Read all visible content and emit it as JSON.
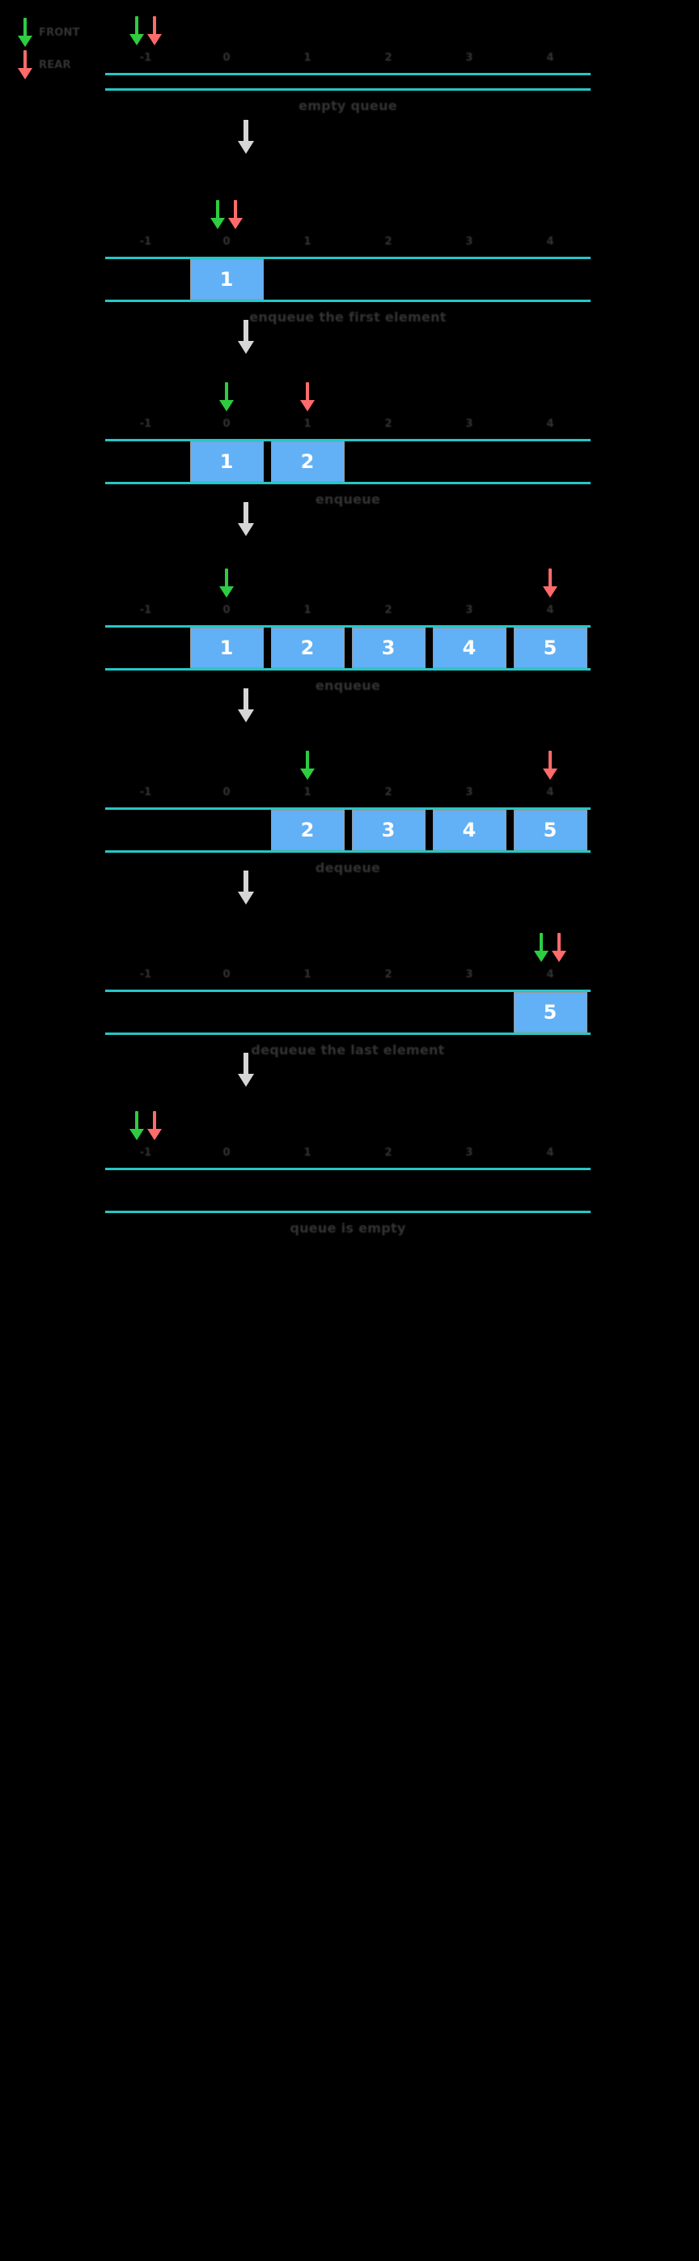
{
  "figure": {
    "title": "queue-operations-diagram",
    "background": "#000000",
    "colors": {
      "front_pointer": "#2ecc40",
      "rear_pointer": "#ff6b6b",
      "cell_fill": "#62b0f6",
      "cell_text": "#ffffff",
      "array_border": "#26c6c6",
      "caption_text": "#333333",
      "transition_arrow": "#d6d6d6"
    }
  },
  "legend": {
    "items": [
      {
        "icon": "green-down-arrow-icon",
        "label": "FRONT",
        "color": "#2ecc40"
      },
      {
        "icon": "red-down-arrow-icon",
        "label": "REAR",
        "color": "#ff6b6b"
      }
    ]
  },
  "indices": [
    "-1",
    "0",
    "1",
    "2",
    "3",
    "4"
  ],
  "capacity": 6,
  "steps": [
    {
      "id": "step-empty-queue",
      "caption": "empty queue",
      "cells": [],
      "empty_label": "",
      "front_index": -1,
      "rear_index": -1,
      "pointers": [
        {
          "name": "front",
          "index": -1,
          "color": "#2ecc40"
        },
        {
          "name": "rear",
          "index": -1,
          "color": "#ff6b6b"
        }
      ],
      "show_index_row": true,
      "slim_array": true
    },
    {
      "id": "step-enqueue-first-element",
      "caption": "enqueue the first element",
      "cells": [
        {
          "index": 0,
          "value": "1"
        }
      ],
      "empty_label": "",
      "front_index": 0,
      "rear_index": 0,
      "pointers": [
        {
          "name": "front",
          "index": 0,
          "color": "#2ecc40"
        },
        {
          "name": "rear",
          "index": 0,
          "color": "#ff6b6b"
        }
      ],
      "show_index_row": true,
      "slim_array": false
    },
    {
      "id": "step-enqueue",
      "caption": "enqueue",
      "cells": [
        {
          "index": 0,
          "value": "1"
        },
        {
          "index": 1,
          "value": "2"
        }
      ],
      "empty_label": "",
      "front_index": 0,
      "rear_index": 1,
      "pointers": [
        {
          "name": "front",
          "index": 0,
          "color": "#2ecc40"
        },
        {
          "name": "rear",
          "index": 1,
          "color": "#ff6b6b"
        }
      ],
      "show_index_row": true,
      "slim_array": false
    },
    {
      "id": "step-enqueue-full",
      "caption": "enqueue",
      "cells": [
        {
          "index": 0,
          "value": "1"
        },
        {
          "index": 1,
          "value": "2"
        },
        {
          "index": 2,
          "value": "3"
        },
        {
          "index": 3,
          "value": "4"
        },
        {
          "index": 4,
          "value": "5"
        }
      ],
      "empty_label": "",
      "front_index": 0,
      "rear_index": 4,
      "pointers": [
        {
          "name": "front",
          "index": 0,
          "color": "#2ecc40"
        },
        {
          "name": "rear",
          "index": 4,
          "color": "#ff6b6b"
        }
      ],
      "show_index_row": true,
      "slim_array": false
    },
    {
      "id": "step-dequeue",
      "caption": "dequeue",
      "cells": [
        {
          "index": 1,
          "value": "2"
        },
        {
          "index": 2,
          "value": "3"
        },
        {
          "index": 3,
          "value": "4"
        },
        {
          "index": 4,
          "value": "5"
        }
      ],
      "empty_label": "",
      "front_index": 1,
      "rear_index": 4,
      "pointers": [
        {
          "name": "front",
          "index": 1,
          "color": "#2ecc40"
        },
        {
          "name": "rear",
          "index": 4,
          "color": "#ff6b6b"
        }
      ],
      "show_index_row": true,
      "slim_array": false
    },
    {
      "id": "step-dequeue-the-last-element",
      "caption": "dequeue the last element",
      "cells": [
        {
          "index": 4,
          "value": "5"
        }
      ],
      "empty_label": "",
      "front_index": 4,
      "rear_index": 4,
      "pointers": [
        {
          "name": "front",
          "index": 4,
          "color": "#2ecc40"
        },
        {
          "name": "rear",
          "index": 4,
          "color": "#ff6b6b"
        }
      ],
      "show_index_row": true,
      "slim_array": false
    },
    {
      "id": "step-queue-is-empty",
      "caption": "queue is empty",
      "cells": [],
      "empty_label": "",
      "front_index": -1,
      "rear_index": -1,
      "pointers": [
        {
          "name": "front",
          "index": -1,
          "color": "#2ecc40"
        },
        {
          "name": "rear",
          "index": -1,
          "color": "#ff6b6b"
        }
      ],
      "show_index_row": true,
      "slim_array": false
    }
  ],
  "transition": {
    "icon": "down-arrow-icon",
    "count": 6
  }
}
